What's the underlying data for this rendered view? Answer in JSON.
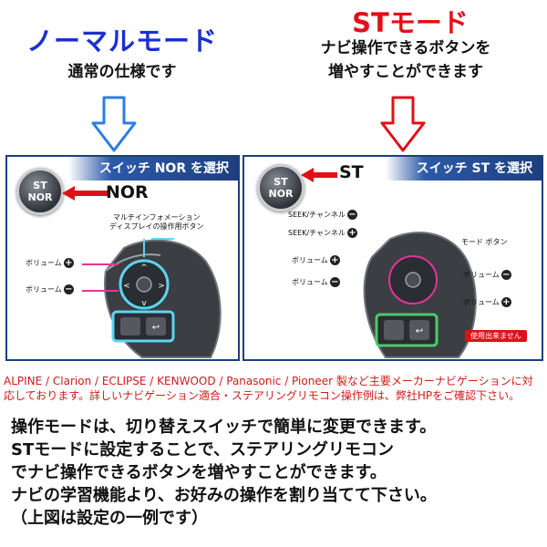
{
  "header_left": {
    "title": "ノーマルモード",
    "subtitle": "通常の仕様です"
  },
  "header_right": {
    "title": "STモード",
    "subtitle_line1": "ナビ操作できるボタンを",
    "subtitle_line2": "増やすことができます"
  },
  "panel_left": {
    "header": "スイッチ NOR を選択",
    "switch_top": "ST",
    "switch_bottom": "NOR",
    "mode_label": "NOR",
    "callout_line1": "マルチインフォメーション",
    "callout_line2": "ディスプレイの操作用ボタン",
    "volume_plus": "ボリューム",
    "volume_minus": "ボリューム"
  },
  "panel_right": {
    "header": "スイッチ ST を選択",
    "switch_top": "ST",
    "switch_bottom": "NOR",
    "mode_label": "ST",
    "seek_minus": "SEEK/チャンネル",
    "seek_plus": "SEEK/チャンネル",
    "mode_button": "モード ボタン",
    "volume_plus": "ボリューム",
    "volume_minus": "ボリューム",
    "right_volume_minus": "ボリューム",
    "right_volume_plus": "ボリューム",
    "unavailable_badge": "使用出来ません"
  },
  "notice_text": "ALPINE / Clarion / ECLIPSE / KENWOOD / Panasonic / Pioneer 製など主要メーカーナビゲーションに対応しております。詳しいナビゲーション適合・ステアリングリモコン操作例は、弊社HPをご確認下さい。",
  "description": {
    "line1": "操作モードは、切り替えスイッチで簡単に変更できます。",
    "line2": "STモードに設定することで、ステアリングリモコン",
    "line3": "でナビ操作できるボタンを増やすことができます。",
    "line4": "ナビの学習機能より、お好みの操作を割り当てて下さい。",
    "line5": "（上図は設定の一例です）"
  },
  "colors": {
    "normal_blue": "#1a2fd0",
    "st_red": "#e01018",
    "panel_navy": "#1d3e7e",
    "highlight_cyan": "#5fd3f0",
    "highlight_green": "#4fc86a"
  }
}
